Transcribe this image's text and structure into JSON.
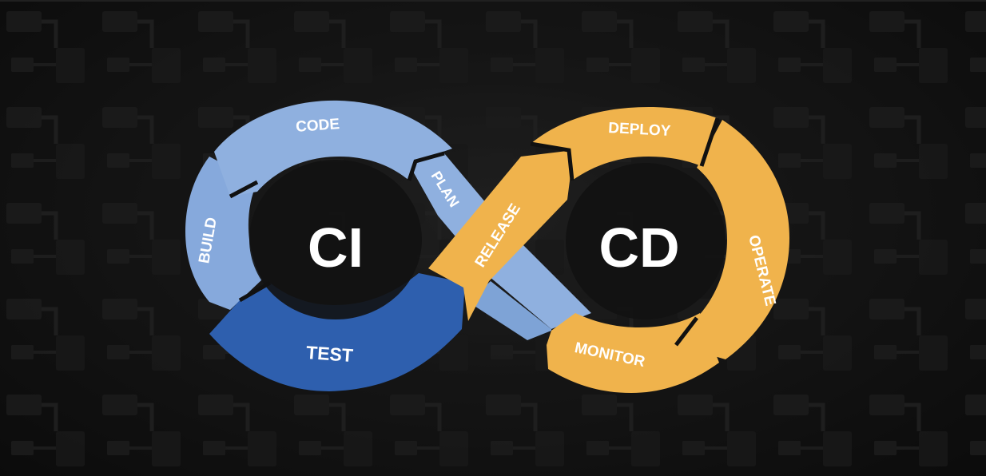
{
  "diagram": {
    "ci_label": "CI",
    "cd_label": "CD",
    "stages": {
      "code": "CODE",
      "build": "BUILD",
      "test": "TEST",
      "plan": "PLAN",
      "release": "RELEASE",
      "deploy": "DEPLOY",
      "operate": "OPERATE",
      "monitor": "MONITOR"
    },
    "colors": {
      "ci_light": "#8fb0df",
      "ci_mid": "#7ea3d6",
      "ci_dark": "#2e5fae",
      "cd_gold": "#f0b34c",
      "background": "#141414",
      "text_white": "#ffffff"
    }
  }
}
